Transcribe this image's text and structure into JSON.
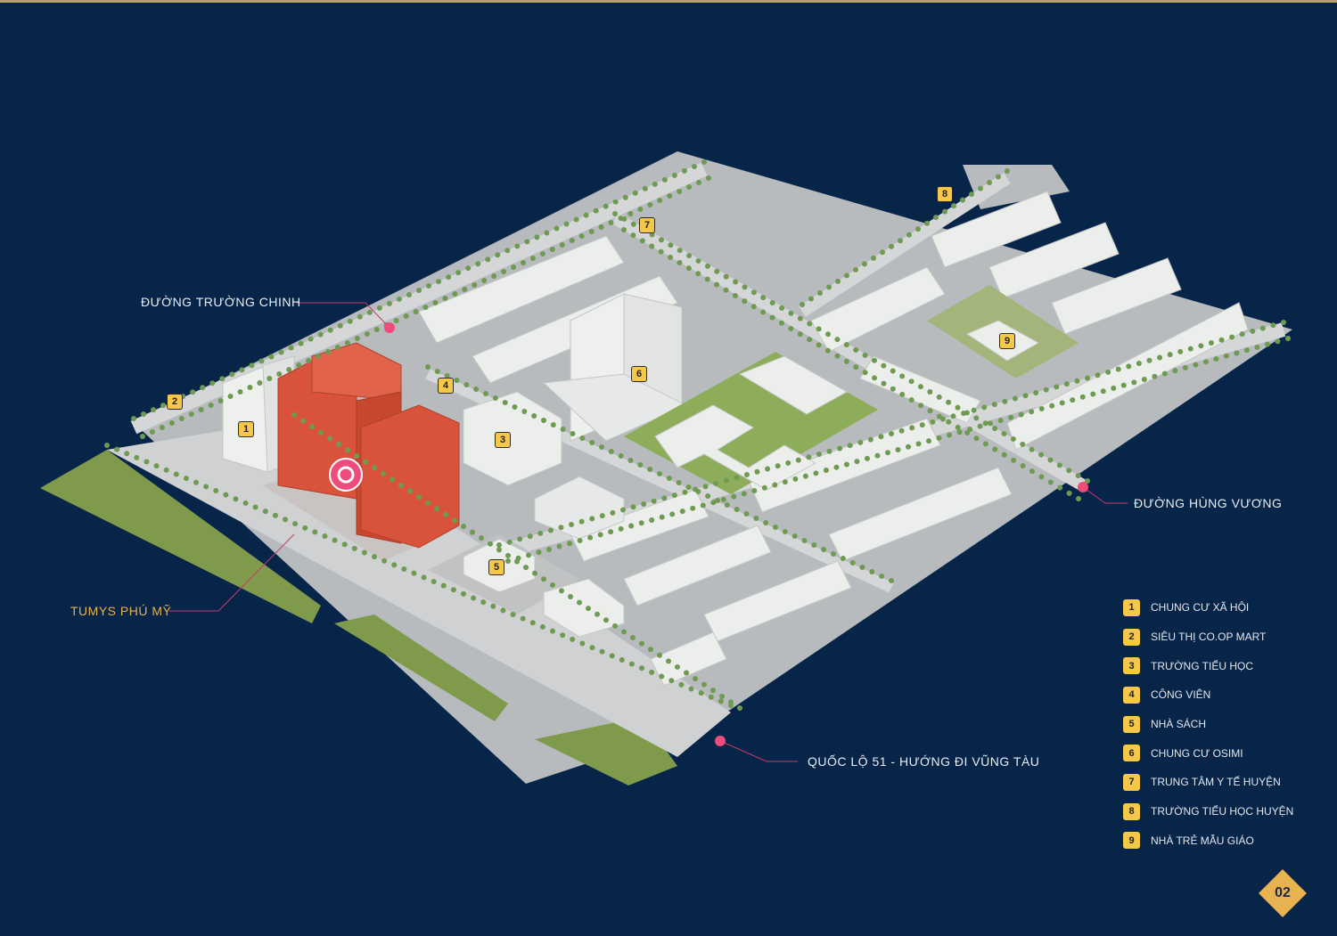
{
  "road_labels": {
    "truong_chinh": "ĐƯỜNG TRƯỜNG CHINH",
    "hung_vuong": "ĐƯỜNG HÙNG VƯƠNG",
    "ql51": "QUỐC LỘ 51 - HƯỚNG ĐI VŨNG TÀU"
  },
  "project_label": "TUMYS PHÚ MỸ",
  "map_badges": [
    "1",
    "2",
    "3",
    "4",
    "5",
    "6",
    "7",
    "8",
    "9"
  ],
  "legend": [
    {
      "num": "1",
      "label": "CHUNG CƯ XÃ HỘI"
    },
    {
      "num": "2",
      "label": "SIÊU THỊ CO.OP MART"
    },
    {
      "num": "3",
      "label": "TRƯỜNG TIỂU HỌC"
    },
    {
      "num": "4",
      "label": "CÔNG VIÊN"
    },
    {
      "num": "5",
      "label": "NHÀ SÁCH"
    },
    {
      "num": "6",
      "label": "CHUNG CƯ OSIMI"
    },
    {
      "num": "7",
      "label": "TRUNG TÂM Y TẾ HUYỆN"
    },
    {
      "num": "8",
      "label": "TRƯỜNG TIỂU HỌC HUYỆN"
    },
    {
      "num": "9",
      "label": "NHÀ TRẺ MẪU GIÁO"
    }
  ],
  "page_number": "02",
  "colors": {
    "background": "#062549",
    "accent_gold": "#e7b24f",
    "badge_yellow": "#f5c84a",
    "marker_pink": "#ef4c7c",
    "project_building": "#d9533c",
    "road": "#c9cbcd",
    "grass": "#7f9a4a",
    "buildings": "#e9ebe9",
    "trees": "#6f9a52"
  }
}
